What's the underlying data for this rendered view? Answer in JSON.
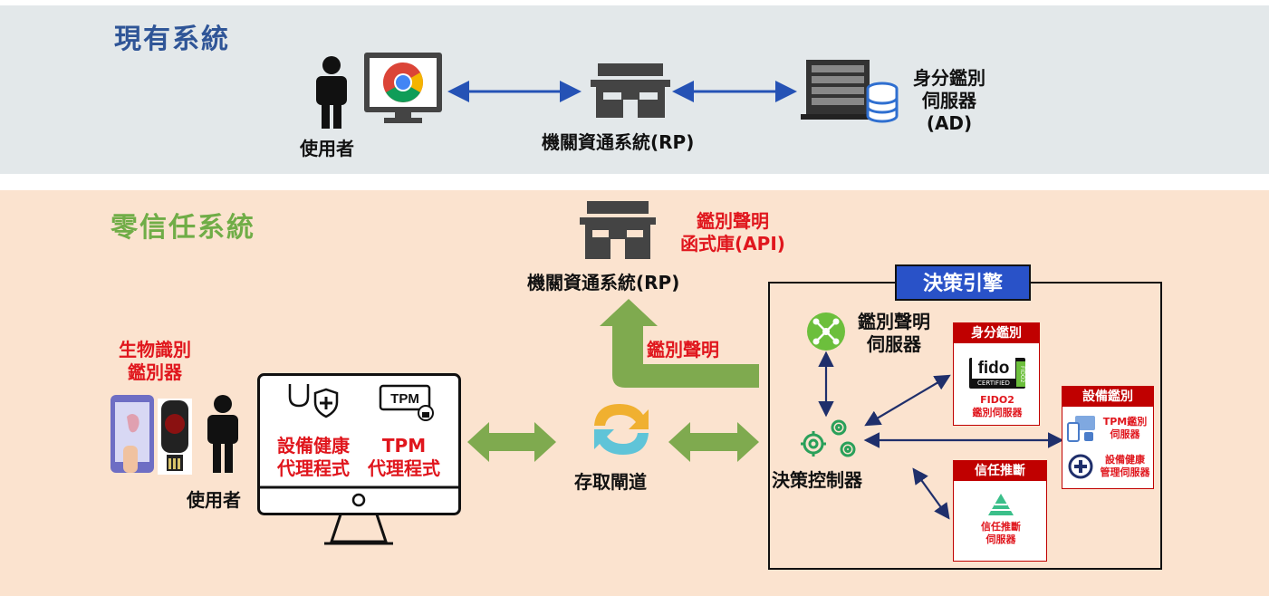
{
  "top": {
    "title": "現有系統",
    "user_label": "使用者",
    "rp_label": "機關資通系統(RP)",
    "ad_label_lines": [
      "身分鑑別",
      "伺服器",
      "(AD)"
    ]
  },
  "bottom": {
    "title": "零信任系統",
    "biometric_lines": [
      "生物識別",
      "鑑別器"
    ],
    "user_label": "使用者",
    "device_agent_lines": [
      "設備健康",
      "代理程式"
    ],
    "tpm_badge": "TPM",
    "tpm_agent_lines": [
      "TPM",
      "代理程式"
    ],
    "gateway_label": "存取閘道",
    "rp_label": "機關資通系統(RP)",
    "api_lines": [
      "鑑別聲明",
      "函式庫(API)"
    ],
    "assertion_arrow_label": "鑑別聲明",
    "engine": {
      "title": "決策引擎",
      "assertion_server_lines": [
        "鑑別聲明",
        "伺服器"
      ],
      "controller_label": "決策控制器",
      "identity": {
        "title": "身分鑑別",
        "fido_logo": "fido",
        "fido_certified": "CERTIFIED",
        "fido_side": "FIDO2",
        "server_lines": [
          "FIDO2",
          "鑑別伺服器"
        ]
      },
      "device": {
        "title": "設備鑑別",
        "tpm_server_lines": [
          "TPM鑑別",
          "伺服器"
        ],
        "health_server_lines": [
          "設備健康",
          "管理伺服器"
        ]
      },
      "trust": {
        "title": "信任推斷",
        "server_lines": [
          "信任推斷",
          "伺服器"
        ]
      }
    }
  },
  "colors": {
    "top_panel": "#e3e8ea",
    "bottom_panel": "#fbe3cf",
    "top_title": "#2f5597",
    "bottom_title": "#70ad47",
    "thick_arrow": "#7faa4f",
    "blue_arrow": "#2552b5",
    "navy_arrow": "#1f2f6b",
    "engine_title_bg": "#2952c8",
    "red_text": "#e0161d",
    "red_header": "#c00000"
  }
}
